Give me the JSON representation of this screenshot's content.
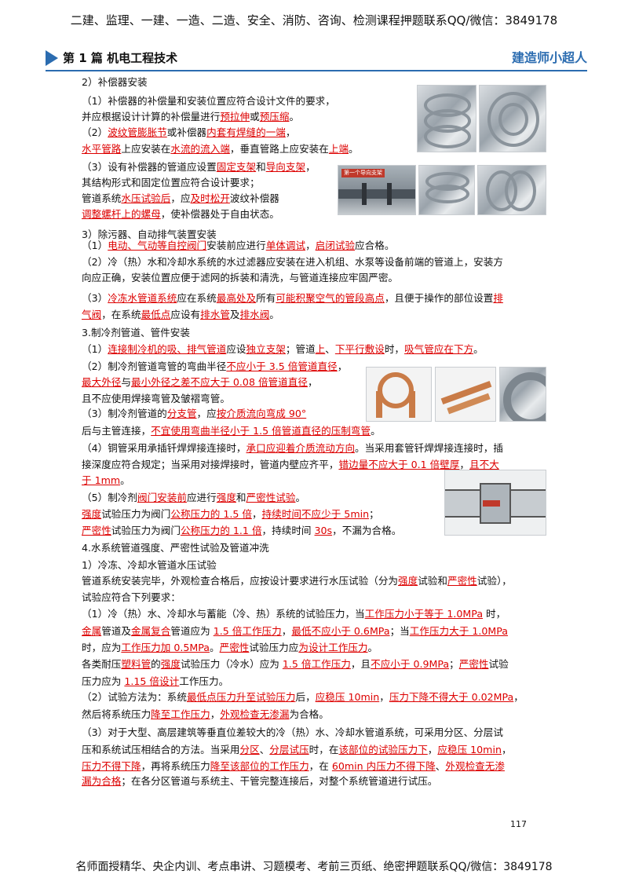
{
  "top_banner": "二建、监理、一建、一造、二造、安全、消防、咨询、检测课程押题联系QQ/微信：3849178",
  "header": {
    "title": "第 1 篇  机电工程技术",
    "brand": "建造师小超人"
  },
  "lines": [
    [
      {
        "t": "2）补偿器安装"
      }
    ],
    [
      {
        "t": "（1）补偿器的补偿量和安装位置应符合设计文件的要求，"
      }
    ],
    [
      {
        "t": "并应根据设计计算的补偿量进行"
      },
      {
        "t": "预拉伸",
        "u": 1
      },
      {
        "t": "或"
      },
      {
        "t": "预压缩",
        "u": 1
      },
      {
        "t": "。"
      }
    ],
    [
      {
        "t": "（2）"
      },
      {
        "t": "波纹管膨胀节",
        "u": 1
      },
      {
        "t": "或补偿器"
      },
      {
        "t": "内套有焊缝的一端",
        "u": 1
      },
      {
        "t": "，"
      }
    ],
    [
      {
        "t": "水平管路",
        "u": 1
      },
      {
        "t": "上应安装在"
      },
      {
        "t": "水流的流入端",
        "u": 1
      },
      {
        "t": "，垂直管路上应安装在"
      },
      {
        "t": "上端",
        "u": 1
      },
      {
        "t": "。"
      }
    ],
    [
      {
        "t": "（3）设有补偿器的管道应设置"
      },
      {
        "t": "固定支架",
        "u": 1
      },
      {
        "t": "和"
      },
      {
        "t": "导向支架",
        "u": 1
      },
      {
        "t": "，"
      }
    ],
    [
      {
        "t": "其结构形式和固定位置应符合设计要求；"
      }
    ],
    [
      {
        "t": "管道系统"
      },
      {
        "t": "水压试验后",
        "u": 1
      },
      {
        "t": "，应"
      },
      {
        "t": "及时松开",
        "u": 1
      },
      {
        "t": "波纹补偿器"
      }
    ],
    [
      {
        "t": "调整螺杆上的螺母",
        "u": 1
      },
      {
        "t": "，使补偿器处于自由状态。"
      }
    ],
    [
      {
        "t": "3）除污器、自动排气装置安装"
      }
    ],
    [
      {
        "t": "（1）"
      },
      {
        "t": "电动、气动等自控阀门",
        "u": 1
      },
      {
        "t": "安装前应进行"
      },
      {
        "t": "单体调试",
        "u": 1
      },
      {
        "t": "，"
      },
      {
        "t": "启闭试验",
        "u": 1
      },
      {
        "t": "应合格。"
      }
    ],
    [
      {
        "t": "（2）冷（热）水和冷却水系统的水过滤器应安装在进入机组、水泵等设备前端的管道上，安装方"
      }
    ],
    [
      {
        "t": "向应正确，安装位置应便于滤网的拆装和清洗，与管道连接应牢固严密。"
      }
    ],
    [
      {
        "t": "（3）"
      },
      {
        "t": "冷冻水管道系统",
        "u": 1
      },
      {
        "t": "应在系统"
      },
      {
        "t": "最高处及",
        "u": 1
      },
      {
        "t": "所有"
      },
      {
        "t": "可能积聚空气的管段高点",
        "u": 1
      },
      {
        "t": "，且便于操作的部位设置"
      },
      {
        "t": "排",
        "u": 1
      }
    ],
    [
      {
        "t": "气阀",
        "u": 1
      },
      {
        "t": "，在系统"
      },
      {
        "t": "最低点",
        "u": 1
      },
      {
        "t": "应设有"
      },
      {
        "t": "排水管",
        "u": 1
      },
      {
        "t": "及"
      },
      {
        "t": "排水阀",
        "u": 1
      },
      {
        "t": "。"
      }
    ],
    [
      {
        "t": "3.制冷剂管道、管件安装"
      }
    ],
    [
      {
        "t": "（1）"
      },
      {
        "t": "连接制冷机的吸、排气管道",
        "u": 1
      },
      {
        "t": "应设"
      },
      {
        "t": "独立支架",
        "u": 1
      },
      {
        "t": "；管道"
      },
      {
        "t": "上",
        "u": 1
      },
      {
        "t": "、"
      },
      {
        "t": "下平行敷设",
        "u": 1
      },
      {
        "t": "时，"
      },
      {
        "t": "吸气管应在下方",
        "u": 1
      },
      {
        "t": "。"
      }
    ],
    [
      {
        "t": "（2）制冷剂管道弯管的弯曲半径"
      },
      {
        "t": "不应小于 3.5 倍管道直径",
        "u": 1
      },
      {
        "t": "，"
      }
    ],
    [
      {
        "t": "最大外径",
        "u": 1
      },
      {
        "t": "与"
      },
      {
        "t": "最小外径之差不应大于 0.08 倍管道直径",
        "u": 1
      },
      {
        "t": "，"
      }
    ],
    [
      {
        "t": "且不应使用焊接弯管及皱褶弯管。"
      }
    ],
    [
      {
        "t": "（3）制冷剂管道的"
      },
      {
        "t": "分支管",
        "u": 1
      },
      {
        "t": "，应"
      },
      {
        "t": "按介质流向弯成 90°",
        "u": 1
      }
    ],
    [
      {
        "t": "后与主管连接，"
      },
      {
        "t": "不宜使用弯曲半径小于 1.5 倍管道直径的压制弯管",
        "u": 1
      },
      {
        "t": "。"
      }
    ],
    [
      {
        "t": "（4）铜管采用承插钎焊焊接连接时，"
      },
      {
        "t": "承口应迎着介质流动方向",
        "u": 1
      },
      {
        "t": "。当采用套管钎焊焊接连接时，插"
      }
    ],
    [
      {
        "t": "接深度应符合规定；当采用对接焊接时，管道内壁应齐平，"
      },
      {
        "t": "错边量不应大于 0.1 倍壁厚",
        "u": 1
      },
      {
        "t": "，"
      },
      {
        "t": "且不大",
        "u": 1
      }
    ],
    [
      {
        "t": "于 1mm",
        "u": 1
      },
      {
        "t": "。"
      }
    ],
    [
      {
        "t": "（5）制冷剂"
      },
      {
        "t": "阀门安装前",
        "u": 1
      },
      {
        "t": "应进行"
      },
      {
        "t": "强度",
        "u": 1
      },
      {
        "t": "和"
      },
      {
        "t": "严密性试验",
        "u": 1
      },
      {
        "t": "。"
      }
    ],
    [
      {
        "t": "强度",
        "u": 1
      },
      {
        "t": "试验压力为阀门"
      },
      {
        "t": "公称压力的 1.5 倍",
        "u": 1
      },
      {
        "t": "，"
      },
      {
        "t": "持续时间不应少于 5min",
        "u": 1
      },
      {
        "t": "；"
      }
    ],
    [
      {
        "t": "严密性",
        "u": 1
      },
      {
        "t": "试验压力为阀门"
      },
      {
        "t": "公称压力的 1.1 倍",
        "u": 1
      },
      {
        "t": "，持续时间 "
      },
      {
        "t": "30s",
        "u": 1
      },
      {
        "t": "，不漏为合格。"
      }
    ],
    [
      {
        "t": "4.水系统管道强度、严密性试验及管道冲洗"
      }
    ],
    [
      {
        "t": "1）冷冻、冷却水管道水压试验"
      }
    ],
    [
      {
        "t": "管道系统安装完毕，外观检查合格后，应按设计要求进行水压试验（分为"
      },
      {
        "t": "强度",
        "u": 1
      },
      {
        "t": "试验和"
      },
      {
        "t": "严密性",
        "u": 1
      },
      {
        "t": "试验），"
      }
    ],
    [
      {
        "t": "试验应符合下列要求："
      }
    ],
    [
      {
        "t": "（1）冷（热）水、冷却水与蓄能（冷、热）系统的试验压力，当"
      },
      {
        "t": "工作压力小于等于 1.0MPa",
        "u": 1
      },
      {
        "t": " 时，"
      }
    ],
    [
      {
        "t": "金属",
        "u": 1
      },
      {
        "t": "管道及"
      },
      {
        "t": "金属复合",
        "u": 1
      },
      {
        "t": "管道应为 "
      },
      {
        "t": "1.5 倍工作压力",
        "u": 1
      },
      {
        "t": "，"
      },
      {
        "t": "最低不应小于 0.6MPa",
        "u": 1
      },
      {
        "t": "；当"
      },
      {
        "t": "工作压力大于 1.0MPa",
        "u": 1
      }
    ],
    [
      {
        "t": "时，应为"
      },
      {
        "t": "工作压力加 0.5MPa",
        "u": 1
      },
      {
        "t": "。"
      },
      {
        "t": "严密性",
        "u": 1
      },
      {
        "t": "试验压力应"
      },
      {
        "t": "为设计工作压力",
        "u": 1
      },
      {
        "t": "。"
      }
    ],
    [
      {
        "t": "各类耐压"
      },
      {
        "t": "塑料管",
        "u": 1
      },
      {
        "t": "的"
      },
      {
        "t": "强度",
        "u": 1
      },
      {
        "t": "试验压力（冷水）应为 "
      },
      {
        "t": "1.5 倍工作压力",
        "u": 1
      },
      {
        "t": "，且"
      },
      {
        "t": "不应小于 0.9MPa",
        "u": 1
      },
      {
        "t": "；"
      },
      {
        "t": "严密性",
        "u": 1
      },
      {
        "t": "试验"
      }
    ],
    [
      {
        "t": "压力应为 "
      },
      {
        "t": "1.15 倍设计",
        "u": 1
      },
      {
        "t": "工作压力。"
      }
    ],
    [
      {
        "t": "（2）试验方法为：系统"
      },
      {
        "t": "最低点压力升至试验压力",
        "u": 1
      },
      {
        "t": "后，"
      },
      {
        "t": "应稳压 10min",
        "u": 1
      },
      {
        "t": "，"
      },
      {
        "t": "压力下降不得大于 0.02MPa",
        "u": 1
      },
      {
        "t": "，"
      }
    ],
    [
      {
        "t": "然后将系统压力"
      },
      {
        "t": "降至工作压力",
        "u": 1
      },
      {
        "t": "，"
      },
      {
        "t": "外观检查无渗漏",
        "u": 1
      },
      {
        "t": "为合格。"
      }
    ],
    [
      {
        "t": "（3）对于大型、高层建筑等垂直位差较大的冷（热）水、冷却水管道系统，可采用分区、分层试"
      }
    ],
    [
      {
        "t": "压和系统试压相结合的方法。当采用"
      },
      {
        "t": "分区",
        "u": 1
      },
      {
        "t": "、"
      },
      {
        "t": "分层试压",
        "u": 1
      },
      {
        "t": "时，在"
      },
      {
        "t": "该部位的试验压力下",
        "u": 1
      },
      {
        "t": "，"
      },
      {
        "t": "应稳压 10min",
        "u": 1
      },
      {
        "t": "，"
      }
    ],
    [
      {
        "t": "压力不得下降",
        "u": 1
      },
      {
        "t": "，再将系统压力"
      },
      {
        "t": "降至该部位的工作压力",
        "u": 1
      },
      {
        "t": "，在 "
      },
      {
        "t": "60min 内压力不得下降",
        "u": 1
      },
      {
        "t": "、"
      },
      {
        "t": "外观检查无渗",
        "u": 1
      }
    ],
    [
      {
        "t": "漏为合格",
        "u": 1
      },
      {
        "t": "；在各分区管道与系统主、干管完整连接后，对整个系统管道进行试压。"
      }
    ]
  ],
  "photo_label": "第一个导向支架",
  "page_number": "117",
  "footer": "名师面授精华、央企内训、考点串讲、习题模考、考前三页纸、绝密押题联系QQ/微信：3849178"
}
